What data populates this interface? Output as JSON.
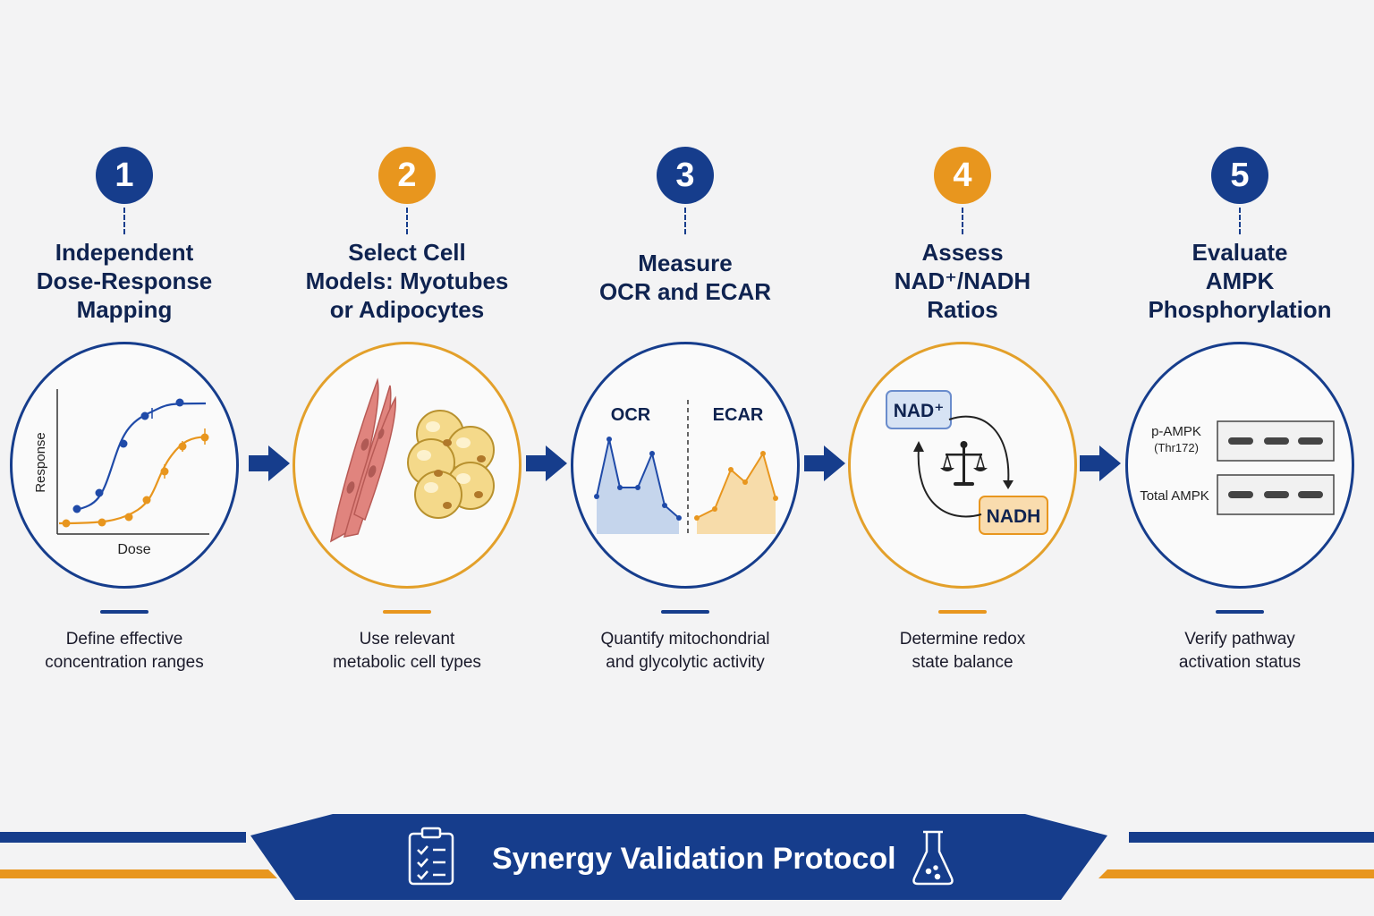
{
  "steps": [
    {
      "number": "1",
      "title_lines": [
        "Independent",
        "Dose-Response",
        "Mapping"
      ],
      "desc_lines": [
        "Define effective",
        "concentration ranges"
      ],
      "accent": "#163d8c"
    },
    {
      "number": "2",
      "title_lines": [
        "Select Cell",
        "Models: Myotubes",
        "or Adipocytes"
      ],
      "desc_lines": [
        "Use relevant",
        "metabolic cell types"
      ],
      "accent": "#e8961e"
    },
    {
      "number": "3",
      "title_lines": [
        "Measure",
        "OCR and ECAR"
      ],
      "desc_lines": [
        "Quantify mitochondrial",
        "and glycolytic activity"
      ],
      "accent": "#163d8c"
    },
    {
      "number": "4",
      "title_lines": [
        "Assess",
        "NAD⁺/NADH",
        "Ratios"
      ],
      "desc_lines": [
        "Determine redox",
        "state balance"
      ],
      "accent": "#e8961e"
    },
    {
      "number": "5",
      "title_lines": [
        "Evaluate",
        "AMPK",
        "Phosphorylation"
      ],
      "desc_lines": [
        "Verify pathway",
        "activation status"
      ],
      "accent": "#163d8c"
    }
  ],
  "graph1": {
    "ylabel": "Response",
    "xlabel": "Dose"
  },
  "graph3": {
    "left_label": "OCR",
    "right_label": "ECAR"
  },
  "graph4": {
    "nad": "NAD⁺",
    "nadh": "NADH"
  },
  "graph5": {
    "row1_label": "p-AMPK",
    "row1_sub": "(Thr172)",
    "row2_label": "Total AMPK"
  },
  "banner": {
    "title": "Synergy Validation Protocol"
  },
  "colors": {
    "navy": "#163d8c",
    "orange": "#e8961e",
    "background": "#f3f3f4"
  }
}
